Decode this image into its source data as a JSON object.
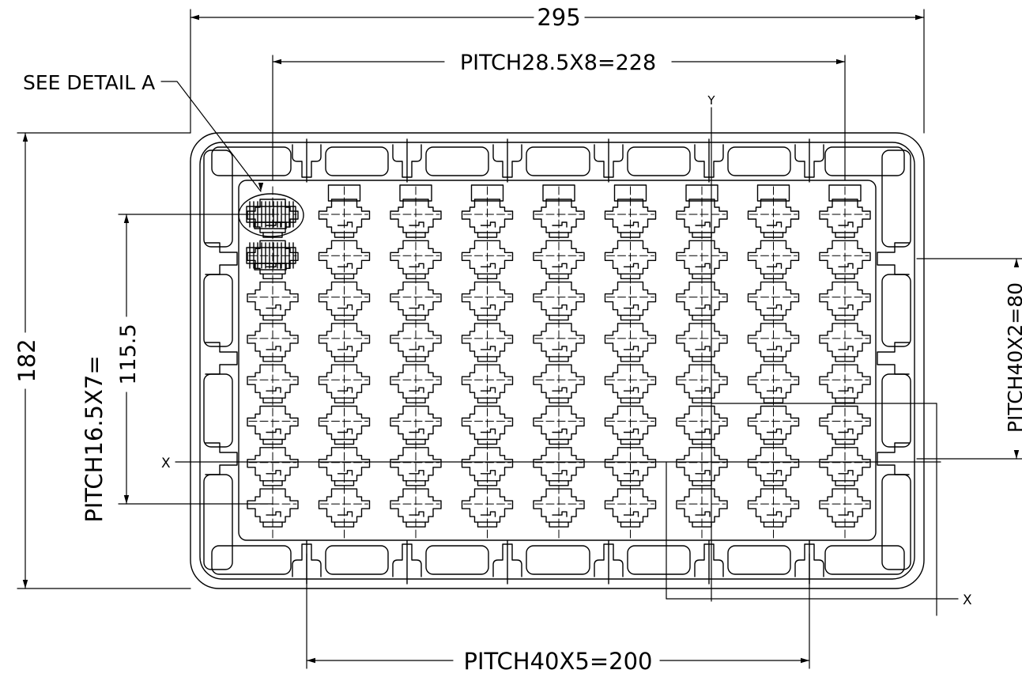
{
  "drawing": {
    "line_color": "#000000",
    "background": "#ffffff",
    "labels": {
      "overall_width": "295",
      "column_pitch": "PITCH28.5X8=228",
      "see_detail": "SEE DETAIL A",
      "axis_y": "Y",
      "axis_x_left": "X",
      "axis_x_right": "X",
      "overall_height": "182",
      "row_pitch_a": "PITCH16.5X7=",
      "row_pitch_b": "115.5",
      "side_pitch": "PITCH40X2=80",
      "bottom_pitch": "PITCH40X5=200"
    },
    "grid": {
      "columns": 9,
      "rows": 8,
      "top_tabs": 6,
      "bottom_tabs": 6,
      "side_tabs": 3
    }
  }
}
